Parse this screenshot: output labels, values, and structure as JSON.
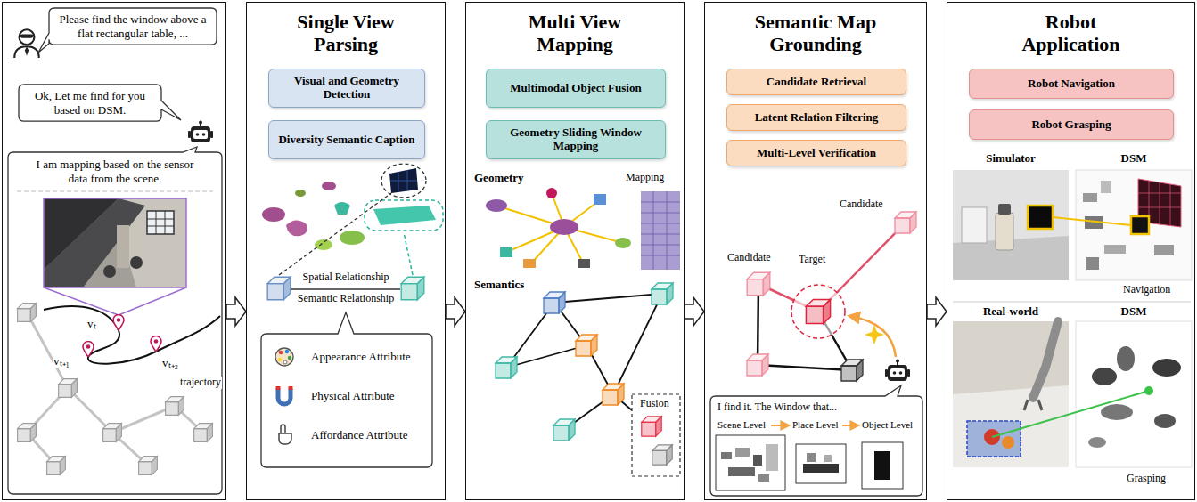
{
  "diagram": {
    "nodes": [
      {
        "text": []
      },
      {
        "text": [
          "Please find the window above a flat rectangular table, ..."
        ],
        "in": 0
      },
      {
        "text": [
          "Ok, Let me find for you based on DSM."
        ],
        "in": 0
      },
      {
        "text": [
          "I am mapping based on the sensor data from the scene."
        ],
        "in": 0
      },
      {
        "text": [
          "Single View Parsing"
        ]
      },
      {
        "text": [
          "Visual and Geometry Detection"
        ],
        "in": 4
      },
      {
        "text": [
          "Diversity Semantic Caption"
        ],
        "in": 4
      },
      {
        "text": [
          "Appearance Attribute",
          "Physical Attribute",
          "Affordance Attribute"
        ],
        "in": 4
      },
      {
        "text": [
          "Multi View Mapping"
        ]
      },
      {
        "text": [
          "Multimodal Object Fusion"
        ],
        "in": 8
      },
      {
        "text": [
          "Geometry Sliding Window Mapping"
        ],
        "in": 8
      },
      {
        "text": [
          "Semantic Map Grounding"
        ]
      },
      {
        "text": [
          "Candidate Retrieval"
        ],
        "in": 11
      },
      {
        "text": [
          "Latent Relation Filtering"
        ],
        "in": 11
      },
      {
        "text": [
          "Multi-Level Verification"
        ],
        "in": 11
      },
      {
        "text": [
          "I find it. The Window that...",
          "Scene Level",
          "Place Level",
          "Object Level"
        ],
        "in": 11
      },
      {
        "text": [
          "Robot Application"
        ]
      },
      {
        "text": [
          "Robot Navigation"
        ],
        "in": 16
      },
      {
        "text": [
          "Robot Grasping"
        ],
        "in": 16
      }
    ],
    "edges": [
      {
        "from": 0,
        "to": 4,
        "arrow": "to"
      },
      {
        "from": 4,
        "to": 8,
        "arrow": "to"
      },
      {
        "from": 8,
        "to": 11,
        "arrow": "to"
      },
      {
        "from": 11,
        "to": 16,
        "arrow": "to"
      }
    ],
    "labels": [
      "vₜ",
      "vₜ₊₁",
      "vₜ₊₂",
      "trajectory",
      "Spatial Relationship",
      "Semantic Relationship",
      "Geometry",
      "Mapping",
      "Semantics",
      "Fusion",
      "Candidate",
      "Candidate",
      "Target",
      "Simulator",
      "DSM",
      "Navigation",
      "Real-world",
      "DSM",
      "Grasping"
    ]
  }
}
